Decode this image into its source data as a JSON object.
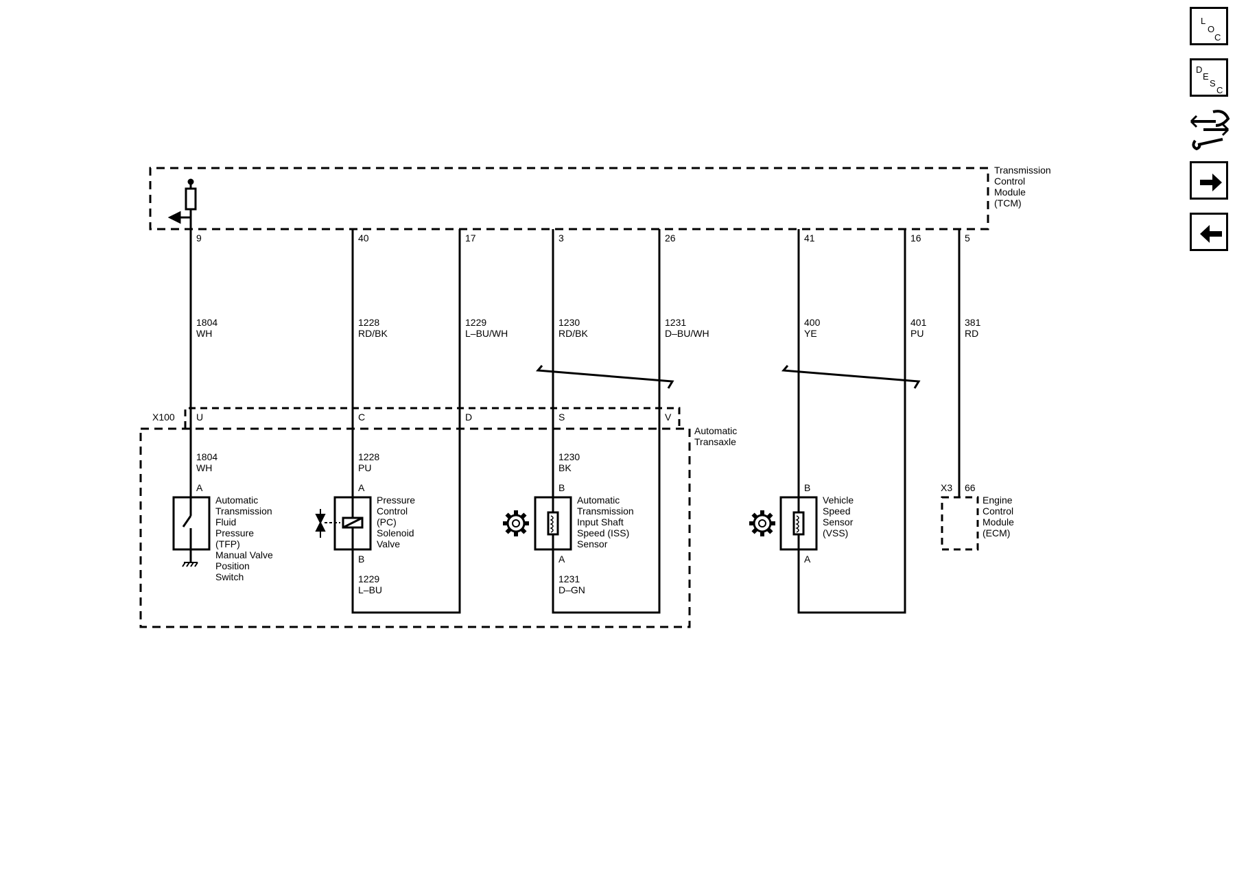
{
  "modules": {
    "tcm": {
      "label_lines": [
        "Transmission",
        "Control",
        "Module",
        "(TCM)"
      ]
    },
    "transaxle": {
      "label_lines": [
        "Automatic",
        "Transaxle"
      ]
    },
    "ecm": {
      "label_lines": [
        "Engine",
        "Control",
        "Module",
        "(ECM)"
      ],
      "connector": "X3",
      "pin": "66"
    }
  },
  "connector_x100": {
    "name": "X100",
    "pins": [
      "U",
      "C",
      "D",
      "S",
      "V"
    ]
  },
  "tcm_pins": [
    "9",
    "40",
    "17",
    "3",
    "26",
    "41",
    "16",
    "5"
  ],
  "wires": [
    {
      "circuit": "1804",
      "color": "WH"
    },
    {
      "circuit": "1228",
      "color": "RD/BK"
    },
    {
      "circuit": "1229",
      "color": "L–BU/WH"
    },
    {
      "circuit": "1230",
      "color": "RD/BK"
    },
    {
      "circuit": "1231",
      "color": "D–BU/WH"
    },
    {
      "circuit": "400",
      "color": "YE"
    },
    {
      "circuit": "401",
      "color": "PU"
    },
    {
      "circuit": "381",
      "color": "RD"
    }
  ],
  "lower_wires": [
    {
      "circuit": "1804",
      "color": "WH"
    },
    {
      "circuit": "1228",
      "color": "PU"
    },
    {
      "circuit": "1230",
      "color": "BK"
    },
    {
      "circuit": "1229",
      "color": "L–BU"
    },
    {
      "circuit": "1231",
      "color": "D–GN"
    }
  ],
  "components": {
    "tfp_switch": {
      "label_lines": [
        "Automatic",
        "Transmission",
        "Fluid",
        "Pressure",
        "(TFP)",
        "Manual Valve",
        "Position",
        "Switch"
      ],
      "pin_top": "A"
    },
    "pc_solenoid": {
      "label_lines": [
        "Pressure",
        "Control",
        "(PC)",
        "Solenoid",
        "Valve"
      ],
      "pin_top": "A",
      "pin_bottom": "B"
    },
    "iss_sensor": {
      "label_lines": [
        "Automatic",
        "Transmission",
        "Input Shaft",
        "Speed (ISS)",
        "Sensor"
      ],
      "pin_top": "B",
      "pin_bottom": "A"
    },
    "vss_sensor": {
      "label_lines": [
        "Vehicle",
        "Speed",
        "Sensor",
        "(VSS)"
      ],
      "pin_top": "B",
      "pin_bottom": "A"
    }
  },
  "nav": {
    "loc": {
      "letters": [
        "L",
        "O",
        "C"
      ]
    },
    "desc": {
      "letters": [
        "D",
        "E",
        "S",
        "C"
      ]
    },
    "icons": [
      "location-icon",
      "description-icon",
      "connector-pinout-icon",
      "next-arrow-icon",
      "previous-arrow-icon"
    ]
  }
}
